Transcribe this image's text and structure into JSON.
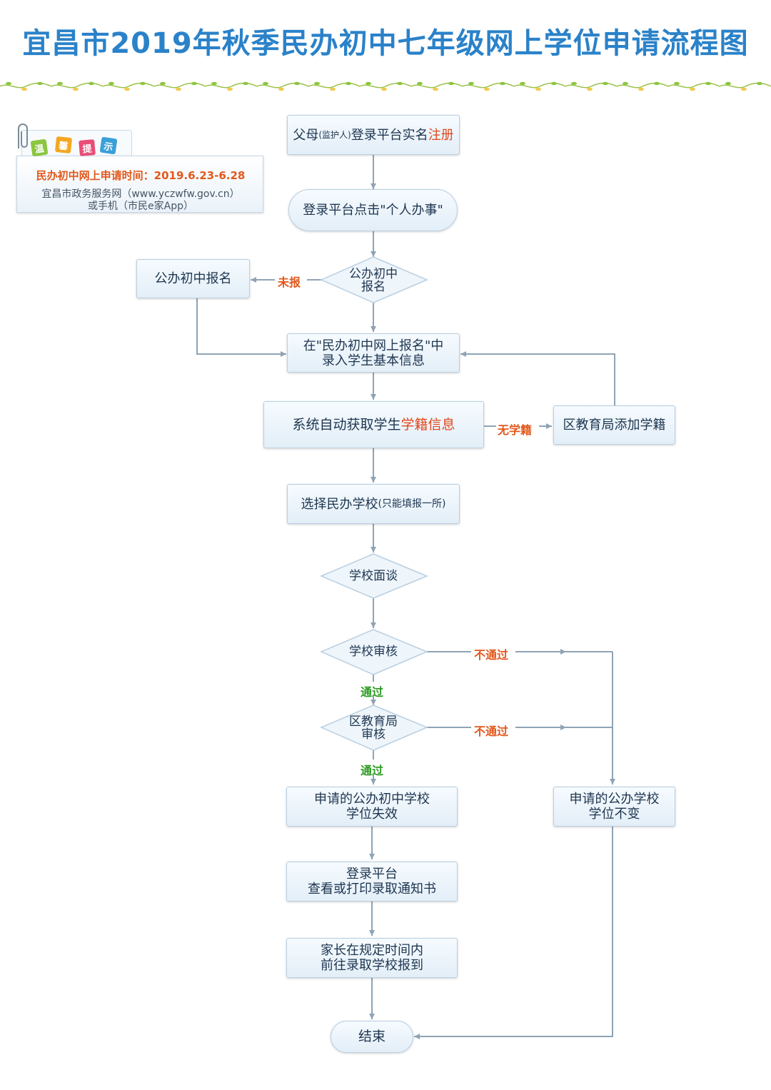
{
  "title": "宜昌市2019年秋季民办初中七年级网上学位申请流程图",
  "tip": {
    "chars": [
      "温",
      "馨",
      "提",
      "示"
    ],
    "time": "民办初中网上申请时间：2019.6.23-6.28",
    "line1": "宜昌市政务服务网（www.yczwfw.gov.cn）",
    "line2": "或手机（市民e家App）"
  },
  "nodes": {
    "register_prefix": "父母",
    "register_small": "(监护人)",
    "register_mid": "登录平台实名",
    "register_red": "注册",
    "personal": "登录平台点击\"个人办事\"",
    "public_q": "公办初中\n报名",
    "public_signup": "公办初中报名",
    "enter_info": "在\"民办初中网上报名\"中\n录入学生基本信息",
    "auto_prefix": "系统自动获取学生",
    "auto_red": "学籍信息",
    "add_status": "区教育局添加学籍",
    "choose_main": "选择民办学校",
    "choose_small": "(只能填报一所)",
    "interview": "学校面谈",
    "school_review": "学校审核",
    "district_review": "区教育局\n审核",
    "public_invalid": "申请的公办初中学校\n学位失效",
    "public_keep": "申请的公办学校\n学位不变",
    "print_notice": "登录平台\n查看或打印录取通知书",
    "report": "家长在规定时间内\n前往录取学校报到",
    "end": "结束"
  },
  "edges": {
    "not_registered": "未报",
    "no_status": "无学籍",
    "fail1": "不通过",
    "fail2": "不通过",
    "pass1": "通过",
    "pass2": "通过"
  },
  "colors": {
    "title": "#2a82c9",
    "line": "#8fa3b5",
    "orange": "#e2581c",
    "green": "#2d9a23",
    "box_border": "#b9cfe1"
  }
}
